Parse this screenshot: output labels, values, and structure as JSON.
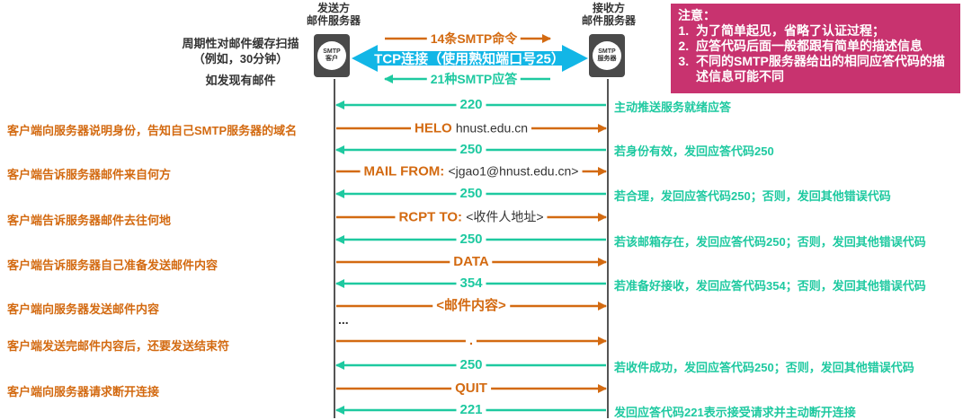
{
  "header": {
    "sender_title_1": "发送方",
    "sender_title_2": "邮件服务器",
    "receiver_title_1": "接收方",
    "receiver_title_2": "邮件服务器"
  },
  "client_icon": {
    "line1": "SMTP",
    "line2": "客户"
  },
  "server_icon": {
    "line1": "SMTP",
    "line2": "服务器"
  },
  "side_text": {
    "line1": "周期性对邮件缓存扫描",
    "line2": "（例如，30分钟）",
    "line3": "如发现有邮件"
  },
  "top_arrows": {
    "commands": "14条SMTP命令",
    "tcp": "TCP连接（使用熟知端口号25）",
    "replies": "21种SMTP应答"
  },
  "note": {
    "title": "注意：",
    "items": [
      "为了简单起见，省略了认证过程；",
      "应答代码后面一般都跟有简单的描述信息",
      "不同的SMTP服务器给出的相同应答代码的描述信息可能不同"
    ]
  },
  "messages": [
    {
      "dir": "left",
      "keyword": "220",
      "arg": "",
      "note": "主动推送服务就绪应答"
    },
    {
      "dir": "right",
      "keyword": "HELO",
      "arg": "hnust.edu.cn",
      "note": "客户端向服务器说明身份，告知自己SMTP服务器的域名"
    },
    {
      "dir": "left",
      "keyword": "250",
      "arg": "",
      "note": "若身份有效，发回应答代码250"
    },
    {
      "dir": "right",
      "keyword": "MAIL FROM:",
      "arg": "<jgao1@hnust.edu.cn>",
      "note": "客户端告诉服务器邮件来自何方"
    },
    {
      "dir": "left",
      "keyword": "250",
      "arg": "",
      "note": "若合理，发回应答代码250；否则，发回其他错误代码"
    },
    {
      "dir": "right",
      "keyword": "RCPT TO:",
      "arg": "<收件人地址>",
      "note": "客户端告诉服务器邮件去往何地"
    },
    {
      "dir": "left",
      "keyword": "250",
      "arg": "",
      "note": "若该邮箱存在，发回应答代码250；否则，发回其他错误代码"
    },
    {
      "dir": "right",
      "keyword": "DATA",
      "arg": "",
      "note": "客户端告诉服务器自己准备发送邮件内容"
    },
    {
      "dir": "left",
      "keyword": "354",
      "arg": "",
      "note": "若准备好接收，发回应答代码354；否则，发回其他错误代码"
    },
    {
      "dir": "right",
      "keyword": "<邮件内容>",
      "arg": "",
      "note": "客户端向服务器发送邮件内容"
    },
    {
      "dir": "right",
      "keyword": ".",
      "arg": "",
      "note": "客户端发送完邮件内容后，还要发送结束符"
    },
    {
      "dir": "left",
      "keyword": "250",
      "arg": "",
      "note": "若收件成功，发回应答代码250；否则，发回其他错误代码"
    },
    {
      "dir": "right",
      "keyword": "QUIT",
      "arg": "",
      "note": "客户端向服务器请求断开连接"
    },
    {
      "dir": "left",
      "keyword": "221",
      "arg": "",
      "note": "发回应答代码221表示接受请求并主动断开连接"
    }
  ],
  "ellipsis": "...",
  "colors": {
    "orange": "#d36a11",
    "teal": "#1ec9a0",
    "tcp_blue": "#12b6e6",
    "note_bg": "#c8336f"
  }
}
